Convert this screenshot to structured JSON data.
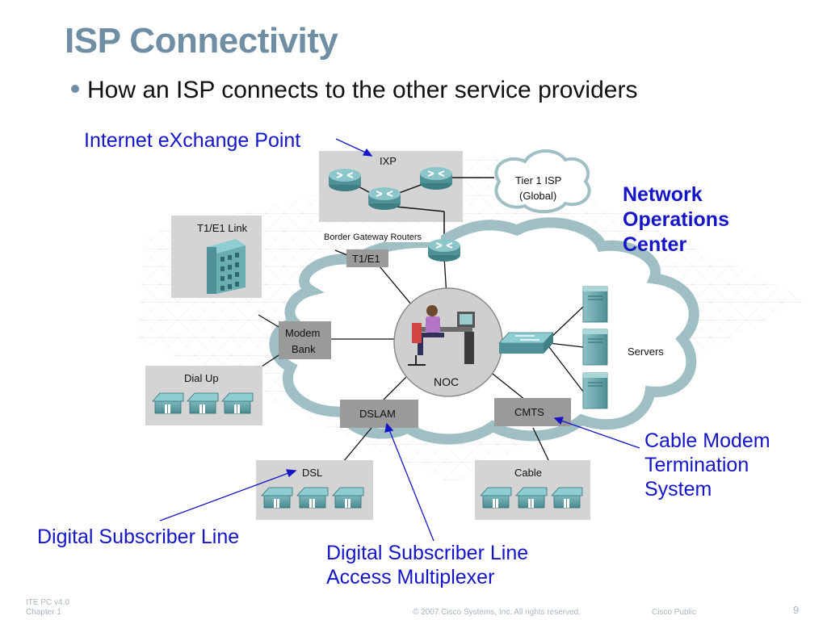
{
  "slide": {
    "title": "ISP Connectivity",
    "bullet": "How an ISP connects to the other service providers",
    "page_number": "9"
  },
  "callouts": {
    "ixp": "Internet eXchange Point",
    "noc_lines": [
      "Network",
      "Operations",
      "Center"
    ],
    "cmts_lines": [
      "Cable Modem",
      "Termination",
      "System"
    ],
    "dsl": "Digital Subscriber Line",
    "dslam_lines": [
      "Digital Subscriber Line",
      "Access Multiplexer"
    ]
  },
  "diagram": {
    "ixp_label": "IXP",
    "border_gateway_label": "Border Gateway Routers",
    "tier1_lines": [
      "Tier 1 ISP",
      "(Global)"
    ],
    "t1e1_link_label": "T1/E1 Link",
    "t1e1_label": "T1/E1",
    "modem_bank_lines": [
      "Modem",
      "Bank"
    ],
    "dial_up_label": "Dial Up",
    "noc_label": "NOC",
    "dslam_label": "DSLAM",
    "cmts_label": "CMTS",
    "dsl_box_label": "DSL",
    "cable_label": "Cable",
    "servers_label": "Servers"
  },
  "footer": {
    "course_lines": [
      "ITE PC v4.0",
      "Chapter 1"
    ],
    "copyright": "© 2007 Cisco Systems, Inc. All rights reserved.",
    "classification": "Cisco Public"
  },
  "colors": {
    "title": "#6f8da3",
    "callout": "#1515c8",
    "cloud_fill": "#ffffff",
    "cloud_stroke": "#9fbfc4",
    "router": "#5f9ea0",
    "gray_box": "#9a9a9a",
    "panel": "#d4d4d4"
  }
}
